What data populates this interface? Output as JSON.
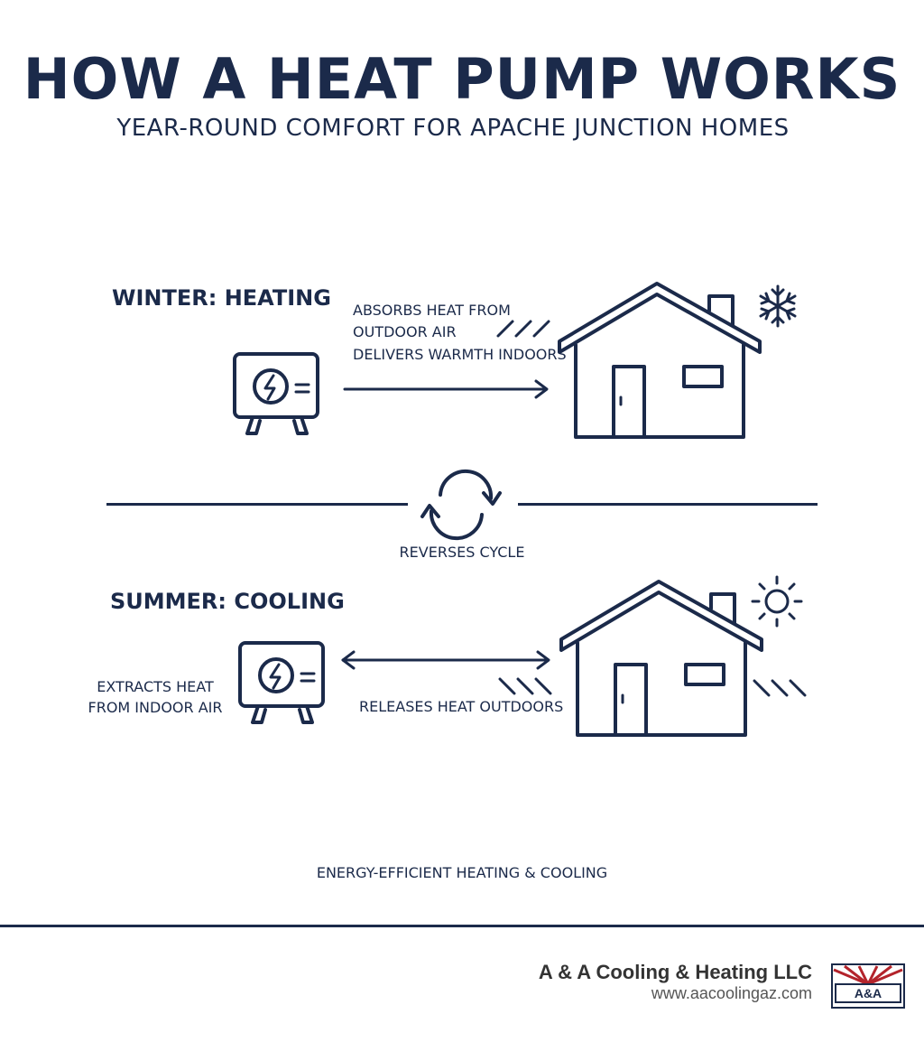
{
  "header": {
    "title": "HOW A HEAT PUMP WORKS",
    "subtitle": "YEAR-ROUND COMFORT FOR APACHE JUNCTION HOMES"
  },
  "winter": {
    "title": "WINTER: HEATING",
    "label_line1": "ABSORBS HEAT FROM",
    "label_line2": "OUTDOOR AIR",
    "label_line3": "DELIVERS WARMTH INDOORS"
  },
  "cycle": {
    "label": "REVERSES CYCLE"
  },
  "summer": {
    "title": "SUMMER: COOLING",
    "left_line1": "EXTRACTS HEAT",
    "left_line2": "FROM INDOOR AIR",
    "right_label": "RELEASES HEAT OUTDOORS"
  },
  "tagline": "ENERGY-EFFICIENT HEATING & COOLING",
  "footer": {
    "company": "A & A Cooling & Heating LLC",
    "website": "www.aacoolingaz.com",
    "logo_text": "A&A"
  },
  "icons": {
    "heat_pump": "heat-pump-unit-icon",
    "house": "house-icon",
    "snowflake": "snowflake-icon",
    "sun": "sun-icon",
    "cycle": "refresh-cycle-icon"
  },
  "colors": {
    "navy": "#1b2a4a",
    "logo_red": "#b3232b"
  }
}
